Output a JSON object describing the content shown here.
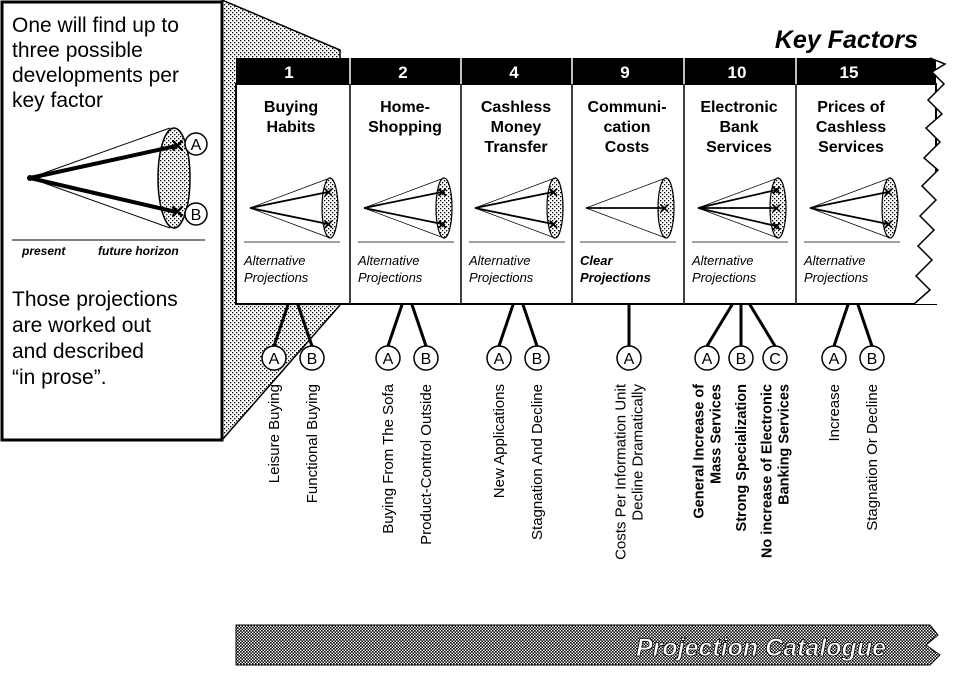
{
  "heading": "Key Factors",
  "callout": {
    "top_lines": [
      "One will find up to",
      "three possible",
      "developments per",
      "key factor"
    ],
    "bottom_lines": [
      "Those projections",
      "are worked out",
      "and described",
      "“in prose”."
    ],
    "axis_present": "present",
    "axis_future": "future horizon",
    "letters": [
      "A",
      "B"
    ]
  },
  "columns": [
    {
      "number": "1",
      "title_lines": [
        "Buying",
        "Habits"
      ],
      "alt_lines": [
        "Alternative",
        "Projections"
      ],
      "alt_style": "normal",
      "projections": [
        {
          "letter": "A",
          "lines": [
            "Leisure Buying"
          ],
          "bold": false
        },
        {
          "letter": "B",
          "lines": [
            "Functional Buying"
          ],
          "bold": false
        }
      ]
    },
    {
      "number": "2",
      "title_lines": [
        "Home-",
        "Shopping"
      ],
      "alt_lines": [
        "Alternative",
        "Projections"
      ],
      "alt_style": "normal",
      "projections": [
        {
          "letter": "A",
          "lines": [
            "Buying From The Sofa"
          ],
          "bold": false
        },
        {
          "letter": "B",
          "lines": [
            "Product-Control Outside"
          ],
          "bold": false
        }
      ]
    },
    {
      "number": "4",
      "title_lines": [
        "Cashless",
        "Money",
        "Transfer"
      ],
      "alt_lines": [
        "Alternative",
        "Projections"
      ],
      "alt_style": "normal",
      "projections": [
        {
          "letter": "A",
          "lines": [
            "New Applications"
          ],
          "bold": false
        },
        {
          "letter": "B",
          "lines": [
            "Stagnation And Decline"
          ],
          "bold": false
        }
      ]
    },
    {
      "number": "9",
      "title_lines": [
        "Communi-",
        "cation",
        "Costs"
      ],
      "alt_lines": [
        "Clear",
        "Projections"
      ],
      "alt_style": "bold",
      "projections": [
        {
          "letter": "A",
          "lines": [
            "Costs Per Information Unit",
            "Decline Dramatically"
          ],
          "bold": false
        }
      ]
    },
    {
      "number": "10",
      "title_lines": [
        "Electronic",
        "Bank",
        "Services"
      ],
      "alt_lines": [
        "Alternative",
        "Projections"
      ],
      "alt_style": "normal",
      "projections": [
        {
          "letter": "A",
          "lines": [
            "General Increase of",
            "Mass Services"
          ],
          "bold": true
        },
        {
          "letter": "B",
          "lines": [
            "Strong Specialization"
          ],
          "bold": true
        },
        {
          "letter": "C",
          "lines": [
            "No increase of Electronic",
            "Banking Services"
          ],
          "bold": true
        }
      ]
    },
    {
      "number": "15",
      "title_lines": [
        "Prices of",
        "Cashless",
        "Services"
      ],
      "alt_lines": [
        "Alternative",
        "Projections"
      ],
      "alt_style": "normal",
      "projections": [
        {
          "letter": "A",
          "lines": [
            "Increase"
          ],
          "bold": false
        },
        {
          "letter": "B",
          "lines": [
            "Stagnation Or Decline"
          ],
          "bold": false
        }
      ]
    }
  ],
  "banner": "Projection Catalogue",
  "colors": {
    "ink": "#000000",
    "paper": "#ffffff"
  }
}
